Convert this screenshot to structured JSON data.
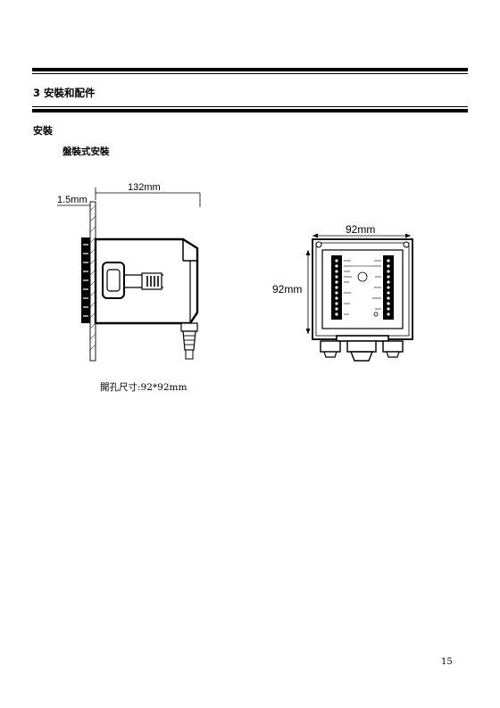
{
  "chapter_title": "3 安裝和配件",
  "section_title": "安裝",
  "subsection_title": "盤裝式安裝",
  "side_view": {
    "dim_depth": "132mm",
    "dim_panel": "1.5mm"
  },
  "back_view": {
    "dim_width": "92mm",
    "dim_height": "92mm"
  },
  "caption": "開孔尺寸:92*92mm",
  "page_number": "15"
}
